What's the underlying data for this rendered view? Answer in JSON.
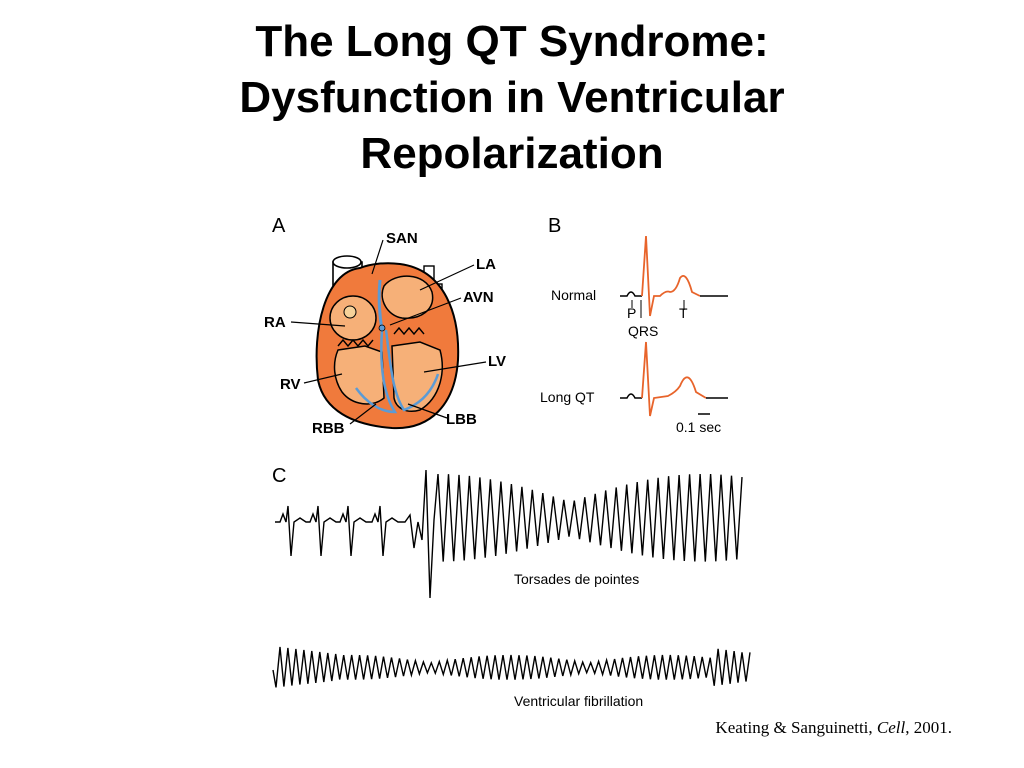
{
  "title": {
    "line1": "The Long QT Syndrome:",
    "line2": "Dysfunction in Ventricular",
    "line3": "Repolarization"
  },
  "panels": {
    "a": "A",
    "b": "B",
    "c": "C"
  },
  "heart_labels": {
    "san": "SAN",
    "la": "LA",
    "avn": "AVN",
    "ra": "RA",
    "lv": "LV",
    "rv": "RV",
    "rbb": "RBB",
    "lbb": "LBB"
  },
  "ecg_labels": {
    "normal": "Normal",
    "long_qt": "Long QT",
    "p": "P",
    "qrs": "QRS",
    "t": "T",
    "scale": "0.1 sec"
  },
  "trace_captions": {
    "torsades": "Torsades de pointes",
    "vfib": "Ventricular fibrillation"
  },
  "citation": {
    "authors": "Keating & Sanguinetti, ",
    "journal": "Cell",
    "year": ", 2001."
  },
  "colors": {
    "heart_fill": "#f07a3c",
    "heart_dark": "#c85a23",
    "chamber_fill": "#f6b078",
    "conduction": "#5b9bd5",
    "ecg_highlight": "#e8642b"
  }
}
